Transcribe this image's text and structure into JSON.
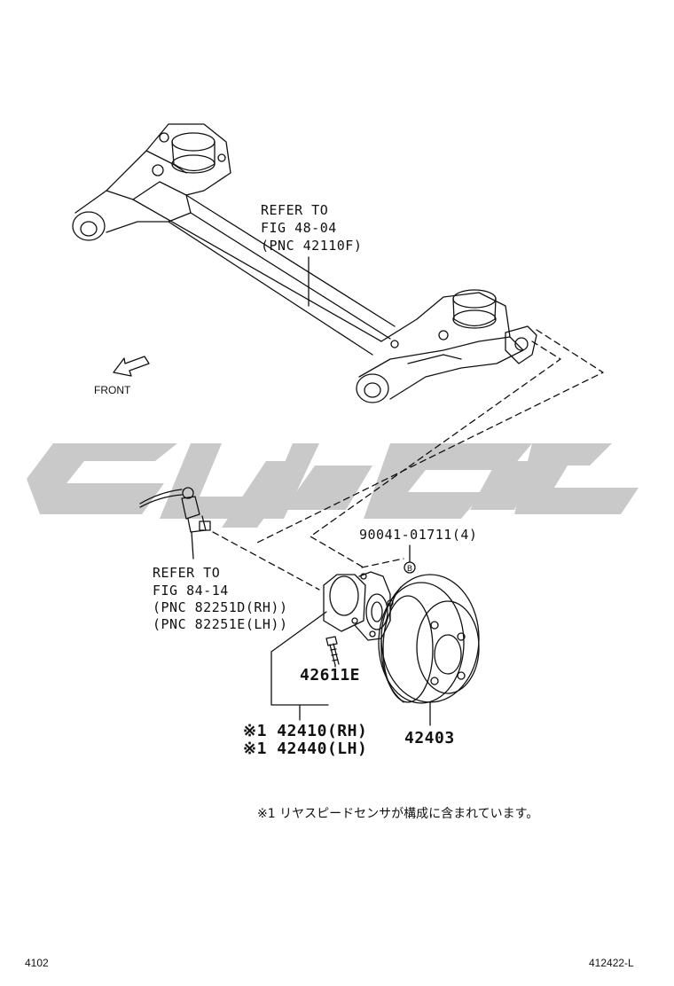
{
  "callouts": {
    "refer_beam": [
      "REFER TO",
      "FIG 48-04",
      "(PNC 42110F)"
    ],
    "refer_sensor": [
      "REFER TO",
      "FIG 84-14",
      "(PNC 82251D(RH))",
      "(PNC 82251E(LH))"
    ],
    "bolt_part": "90041-01711(4)",
    "bolt_marker": "B",
    "stud_part": "42611E",
    "hub_rh": "※1 42410(RH)",
    "hub_lh": "※1 42440(LH)",
    "drum_part": "42403"
  },
  "direction_label": "FRONT",
  "footnote": "※1 リヤスピードセンサが構成に含まれています。",
  "footer": {
    "left_code": "4102",
    "right_code": "412422-L"
  },
  "colors": {
    "line": "#111111",
    "watermark": "#c9c9c9"
  }
}
